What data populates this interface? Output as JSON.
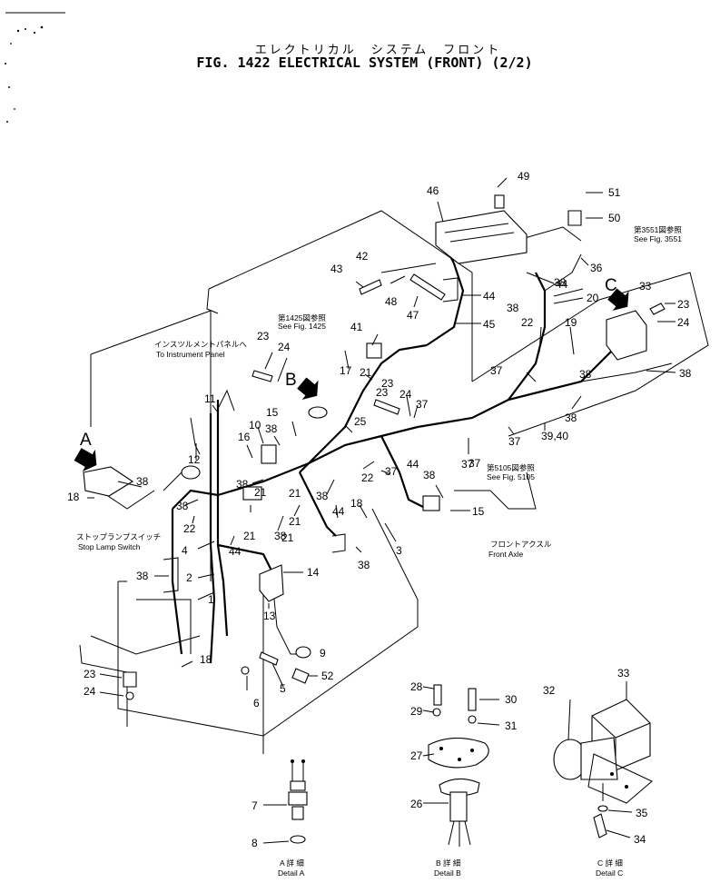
{
  "title_jp": "エレクトリカル　システム　フロント",
  "title_en": "FIG. 1422  ELECTRICAL  SYSTEM (FRONT) (2/2)",
  "part_numbers": [
    "1",
    "2",
    "3",
    "4",
    "5",
    "6",
    "7",
    "8",
    "9",
    "10",
    "11",
    "12",
    "13",
    "14",
    "15",
    "16",
    "17",
    "18",
    "19",
    "20",
    "21",
    "22",
    "23",
    "24",
    "25",
    "26",
    "27",
    "28",
    "29",
    "30",
    "31",
    "32",
    "33",
    "34",
    "35",
    "36",
    "37",
    "38",
    "39,40",
    "41",
    "42",
    "43",
    "44",
    "45",
    "46",
    "47",
    "48",
    "49",
    "50",
    "51",
    "52"
  ],
  "detail_markers": [
    "A",
    "B",
    "C"
  ],
  "notes": {
    "instrument_panel_jp": "インスツルメントパネルへ",
    "instrument_panel_en": "To Instrument Panel",
    "fig1425_jp": "第1425図参照",
    "fig1425_en": "See Fig. 1425",
    "fig3551_jp": "第3551図参照",
    "fig3551_en": "See Fig. 3551",
    "fig5105_jp": "第5105図参照",
    "fig5105_en": "See Fig. 5105",
    "stop_lamp_jp": "ストップランプスイッチ",
    "stop_lamp_en": "Stop Lamp Switch",
    "front_axle_jp": "フロントアクスル",
    "front_axle_en": "Front Axle",
    "detail_a_jp": "A 詳 細",
    "detail_a_en": "Detail A",
    "detail_b_jp": "B 詳 細",
    "detail_b_en": "Detail B",
    "detail_c_jp": "C 詳 細",
    "detail_c_en": "Detail C"
  },
  "colors": {
    "ink": "#000000",
    "paper": "#ffffff"
  }
}
